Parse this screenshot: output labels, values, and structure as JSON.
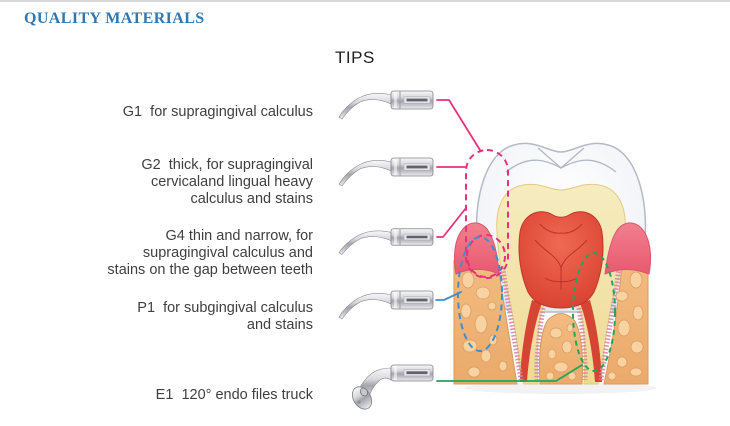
{
  "page": {
    "top_title": "QUALITY MATERIALS",
    "section_title": "TIPS"
  },
  "colors": {
    "header_blue": "#2d78b5",
    "pink": "#e6317e",
    "blue": "#3e8ed0",
    "green": "#22a55c",
    "text": "#3f3f3f"
  },
  "tips": [
    {
      "id": "G1",
      "lines": [
        "G1  for supragingival calculus"
      ],
      "connector_color": "#e6317e"
    },
    {
      "id": "G2",
      "lines": [
        "G2  thick, for supragingival",
        "cervicaland lingual heavy",
        "calculus and stains"
      ],
      "connector_color": "#e6317e"
    },
    {
      "id": "G4",
      "lines": [
        "G4 thin and narrow, for",
        "supragingival calculus and",
        "stains on the gap between teeth"
      ],
      "connector_color": "#e6317e"
    },
    {
      "id": "P1",
      "lines": [
        "P1  for subgingival calculus",
        "and stains"
      ],
      "connector_color": "#3e8ed0"
    },
    {
      "id": "E1",
      "lines": [
        "E1  120° endo files truck"
      ],
      "connector_color": "#22a55c"
    }
  ],
  "illustration": {
    "subject": "tooth-cross-section"
  }
}
